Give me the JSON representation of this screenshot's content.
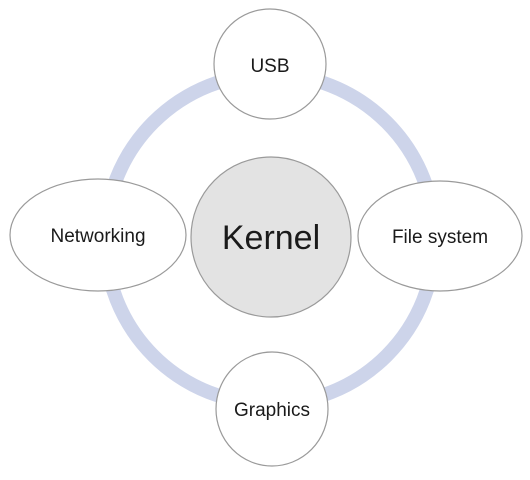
{
  "diagram": {
    "center": {
      "label": "Kernel"
    },
    "nodes": [
      {
        "id": "usb",
        "label": "USB"
      },
      {
        "id": "file-system",
        "label": "File system"
      },
      {
        "id": "graphics",
        "label": "Graphics"
      },
      {
        "id": "networking",
        "label": "Networking"
      }
    ]
  },
  "colors": {
    "ring": "#cdd4ea",
    "center_fill": "#e3e3e3",
    "node_fill": "#ffffff",
    "outline": "#9a9a9a",
    "text": "#1a1a1a",
    "background": "#ffffff"
  }
}
